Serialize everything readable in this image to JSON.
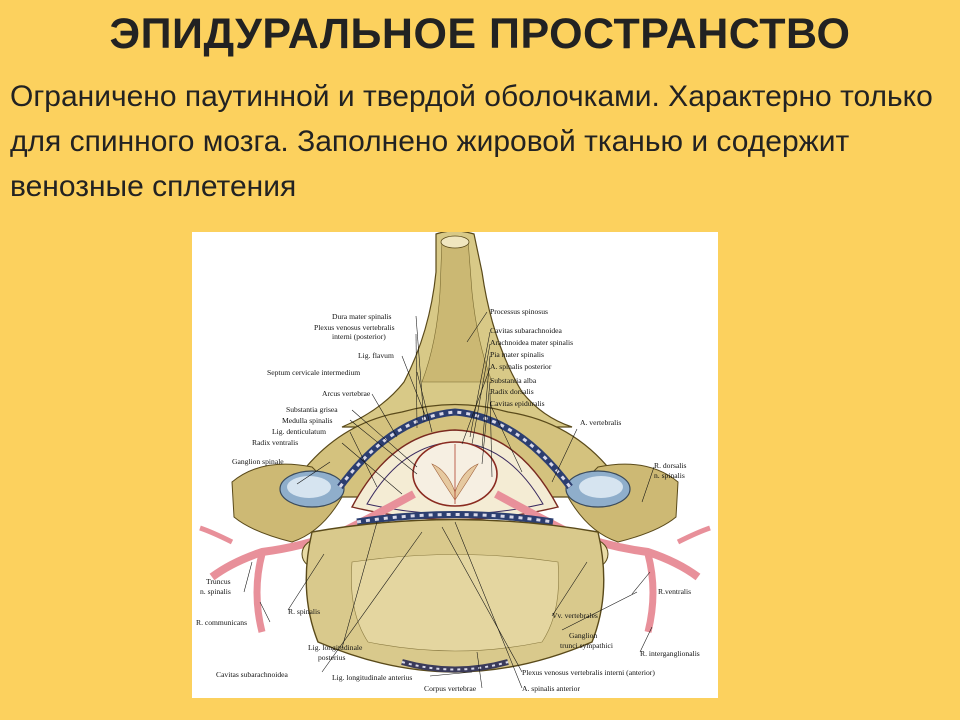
{
  "slide": {
    "title": "ЭПИДУРАЛЬНОЕ ПРОСТРАНСТВО",
    "body": "Ограничено паутинной и твердой оболочками. Характерно только для спинного мозга. Заполнено жировой тканью и содержит венозные сплетения"
  },
  "figure": {
    "labels": {
      "dura_mater_spinalis": "Dura mater spinalis",
      "plexus_venosus_1": "Plexus venosus vertebralis",
      "plexus_venosus_2": "interni (posterior)",
      "lig_flavum": "Lig. flavum",
      "septum_cervicale": "Septum cervicale intermedium",
      "arcus_vertebrae": "Arcus vertebrae",
      "substantia_grisea": "Substantia grisea",
      "medulla_spinalis": "Medulla spinalis",
      "lig_denticulatum": "Lig. denticulatum",
      "radix_ventralis": "Radix ventralis",
      "ganglion_spinale": "Ganglion spinale",
      "processus_spinosus": "Processus spinosus",
      "cavitas_subarachnoidea_top": "Cavitas subarachnoidea",
      "arachnoidea_mater": "Arachnoidea mater spinalis",
      "pia_mater": "Pia mater spinalis",
      "a_spinalis_posterior": "A. spinalis posterior",
      "substantia_alba": "Substantia alba",
      "radix_dorsalis": "Radix dorsalis",
      "cavitas_epiduralis": "Cavitas epiduralis",
      "a_vertebralis": "A. vertebralis",
      "r_dorsalis_1": "R. dorsalis",
      "r_dorsalis_2": "n. spinalis",
      "truncus_1": "Truncus",
      "truncus_2": "n. spinalis",
      "r_spinalis": "R. spinalis",
      "r_communicans": "R. communicans",
      "lig_long_posterius_1": "Lig. longitudinale",
      "lig_long_posterius_2": "posterius",
      "cavitas_subarachnoidea_bottom": "Cavitas subarachnoidea",
      "lig_long_anterius": "Lig. longitudinale anterius",
      "corpus_vertebrae": "Corpus vertebrae",
      "vv_vertebrales": "Vv. vertebrales",
      "ganglion_trunci_1": "Ganglion",
      "ganglion_trunci_2": "trunci sympathici",
      "r_interganglionalis": "R. interganglionalis",
      "plexus_anterior": "Plexus venosus vertebralis interni (anterior)",
      "a_spinalis_anterior": "A. spinalis anterior",
      "r_ventralis": "R.ventralis"
    }
  }
}
